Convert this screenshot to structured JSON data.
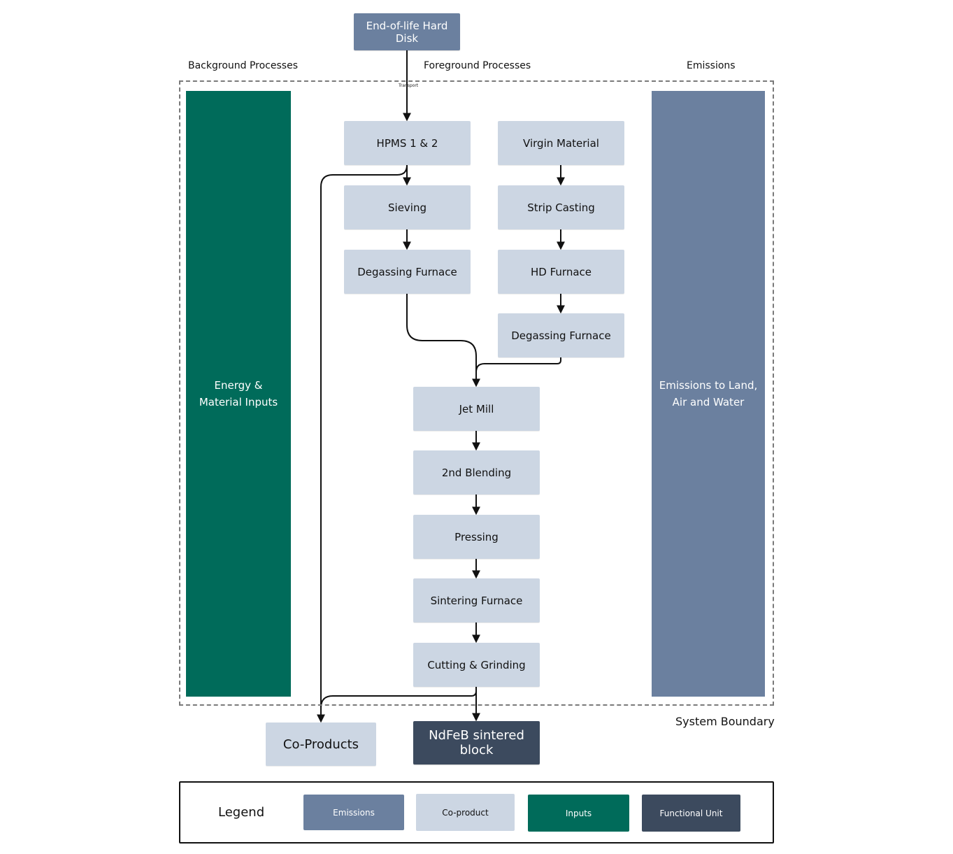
{
  "colors": {
    "emissions": "#6b809f",
    "coproduct": "#ccd6e3",
    "inputs": "#006b5a",
    "functional_unit": "#3c4a5e",
    "boundary": "#7a7a7a"
  },
  "diagram": {
    "top_node": "End-of-life Hard Disk",
    "transport_label": "Transport",
    "sections": {
      "background": "Background Processes",
      "foreground": "Foreground Processes",
      "emissions": "Emissions"
    },
    "inputs_block": "Energy & Material Inputs",
    "emissions_block": "Emissions to Land, Air and Water",
    "left_chain": [
      "HPMS 1 & 2",
      "Sieving",
      "Degassing Furnace"
    ],
    "right_chain": [
      "Virgin Material",
      "Strip Casting",
      "HD Furnace",
      "Degassing Furnace"
    ],
    "main_chain": [
      "Jet Mill",
      "2nd Blending",
      "Pressing",
      "Sintering Furnace",
      "Cutting & Grinding"
    ],
    "system_boundary": "System Boundary",
    "outputs": {
      "coproducts": "Co-Products",
      "functional_unit": "NdFeB sintered block"
    }
  },
  "legend": {
    "title": "Legend",
    "items": [
      "Emissions",
      "Co-product",
      "Inputs",
      "Functional Unit"
    ]
  }
}
